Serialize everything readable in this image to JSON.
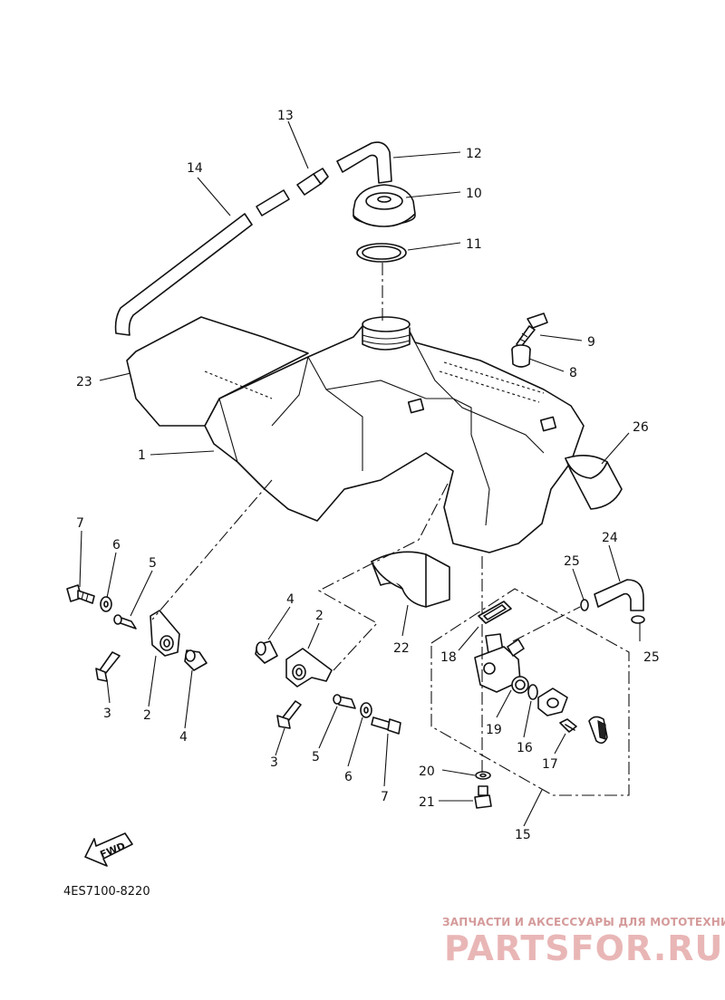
{
  "diagram_code": "4ES7100-8220",
  "fwd_label": "FWD",
  "watermark": {
    "tagline": "ЗАПЧАСТИ И АКСЕССУАРЫ ДЛЯ МОТОТЕХНИКИ",
    "brand": "PARTSFOR.RU",
    "color": "#e9b6b6"
  },
  "callouts": [
    "13",
    "12",
    "14",
    "10",
    "11",
    "9",
    "8",
    "23",
    "26",
    "1",
    "7",
    "6",
    "5",
    "4",
    "2",
    "24",
    "25",
    "22",
    "18",
    "25",
    "3",
    "2",
    "4",
    "19",
    "16",
    "17",
    "3",
    "5",
    "6",
    "7",
    "20",
    "21",
    "15"
  ]
}
